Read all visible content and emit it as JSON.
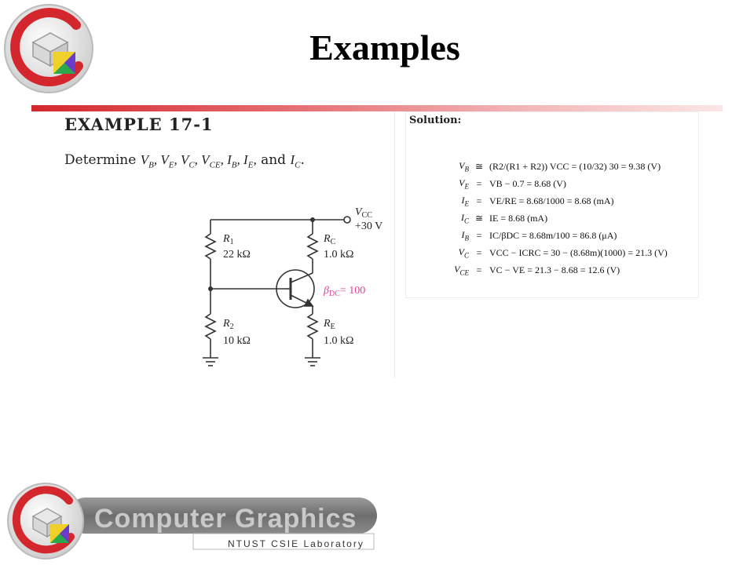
{
  "page": {
    "title": "Examples"
  },
  "example": {
    "heading": "EXAMPLE 17-1",
    "prompt_prefix": "Determine",
    "prompt_vars": [
      "V_B",
      "V_E",
      "V_C",
      "V_CE",
      "I_B",
      "I_E"
    ],
    "prompt_and": "and",
    "prompt_last": "I_C",
    "prompt_end": "."
  },
  "circuit": {
    "vcc_label": "V",
    "vcc_sub": "CC",
    "vcc_value": "+30 V",
    "r1_label": "R",
    "r1_sub": "1",
    "r1_value": "22 kΩ",
    "r2_label": "R",
    "r2_sub": "2",
    "r2_value": "10 kΩ",
    "rc_label": "R",
    "rc_sub": "C",
    "rc_value": "1.0 kΩ",
    "re_label": "R",
    "re_sub": "E",
    "re_value": "1.0 kΩ",
    "beta_label": "β",
    "beta_sub": "DC",
    "beta_value": "= 100",
    "beta_color": "#e0409a"
  },
  "solution": {
    "heading": "Solution:",
    "rows": [
      {
        "lhs": "V_B",
        "rel": "≅",
        "rhs": "(R2/(R1 + R2)) VCC = (10/32) 30 = 9.38 (V)"
      },
      {
        "lhs": "V_E",
        "rel": "=",
        "rhs": "VB − 0.7 = 8.68 (V)"
      },
      {
        "lhs": "I_E",
        "rel": "=",
        "rhs": "VE/RE = 8.68/1000 = 8.68 (mA)"
      },
      {
        "lhs": "I_C",
        "rel": "≅",
        "rhs": "IE = 8.68 (mA)"
      },
      {
        "lhs": "I_B",
        "rel": "=",
        "rhs": "IC/βDC = 8.68m/100 = 86.8 (μA)"
      },
      {
        "lhs": "V_C",
        "rel": "=",
        "rhs": "VCC − ICRC = 30 − (8.68m)(1000) = 21.3 (V)"
      },
      {
        "lhs": "V_CE",
        "rel": "=",
        "rhs": "VC − VE = 21.3 − 8.68 = 12.6 (V)"
      }
    ]
  },
  "footer": {
    "brand": "Computer Graphics",
    "lab": "NTUST CSIE Laboratory"
  },
  "colors": {
    "accent_red": "#d3272d",
    "logo_yellow": "#f0d02a",
    "logo_green": "#2aa84a",
    "logo_purple": "#6a3cc8"
  }
}
